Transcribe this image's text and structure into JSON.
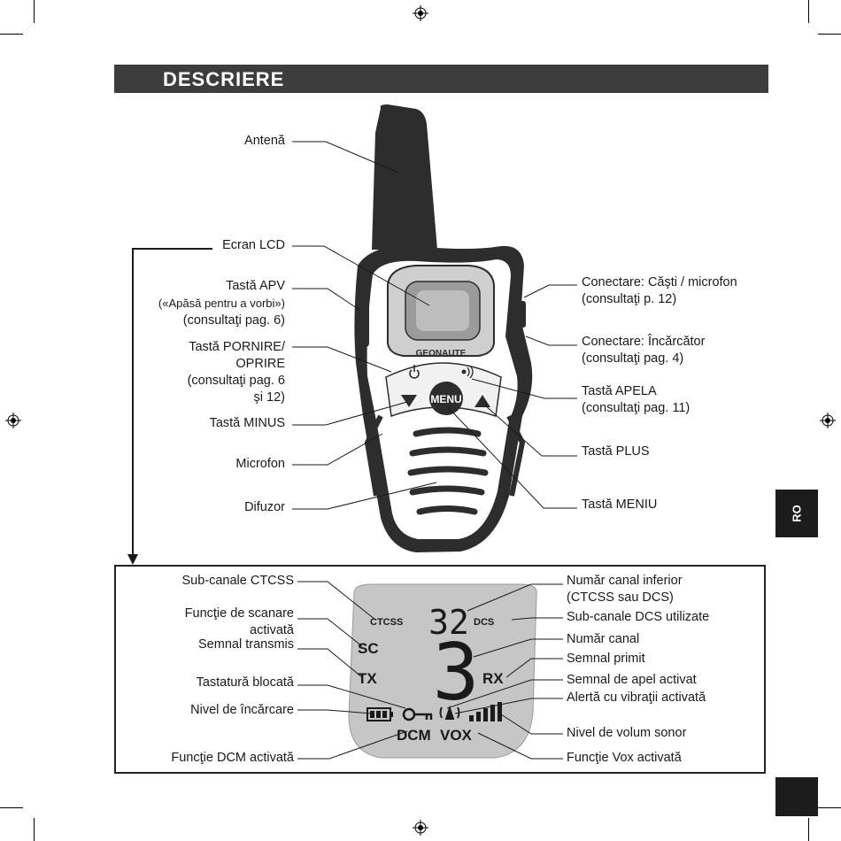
{
  "header": {
    "title": "DESCRIERE"
  },
  "language_tab": "RO",
  "radio": {
    "brand": "GEONAUTE",
    "menu_label": "MENU",
    "labels_left": [
      [
        "Antenă"
      ],
      [
        "Ecran LCD"
      ],
      [
        "Tastă APV",
        "(«Apăsă pentru a vorbi»)",
        "(consultaţi pag. 6)"
      ],
      [
        "Tastă PORNIRE/",
        "OPRIRE",
        "(consultaţi pag. 6",
        "şi 12)"
      ],
      [
        "Tastă MINUS"
      ],
      [
        "Microfon"
      ],
      [
        "Difuzor"
      ]
    ],
    "labels_right": [
      [
        "Conectare: Căşti / microfon",
        "(consultaţi p. 12)"
      ],
      [
        "Conectare: Încărcător",
        "(consultaţi pag. 4)"
      ],
      [
        "Tastă APELA",
        "(consultaţi pag. 11)"
      ],
      [
        "Tastă PLUS"
      ],
      [
        "Tastă MENIU"
      ]
    ]
  },
  "lcd": {
    "labels_left": [
      [
        "Sub-canale CTCSS"
      ],
      [
        "Funcţie de scanare",
        "activată"
      ],
      [
        "Semnal transmis"
      ],
      [
        "Tastatură blocată"
      ],
      [
        "Nivel de încărcare"
      ],
      [
        "Funcţie DCM activată"
      ]
    ],
    "labels_right": [
      [
        "Număr canal inferior",
        "(CTCSS sau DCS)"
      ],
      [
        "Sub-canale DCS utilizate"
      ],
      [
        "Număr canal"
      ],
      [
        "Semnal primit"
      ],
      [
        "Semnal de apel activat"
      ],
      [
        "Alertă cu vibraţii activată"
      ],
      [
        "Nivel de volum sonor"
      ],
      [
        "Funcţie Vox activată"
      ]
    ],
    "segments": {
      "ctcss": "CTCSS",
      "dcs": "DCS",
      "sc": "SC",
      "tx": "TX",
      "rx": "RX",
      "dcm": "DCM",
      "vox": "VOX",
      "sub_channel": "32",
      "channel": "3"
    }
  }
}
